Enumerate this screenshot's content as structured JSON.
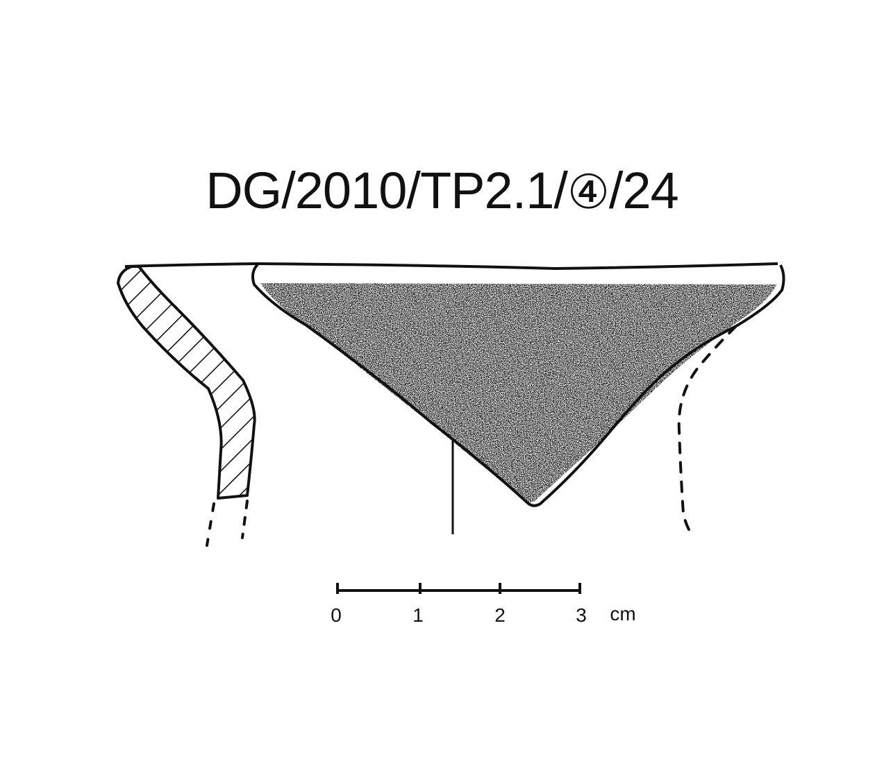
{
  "title": {
    "prefix": "DG/2010/TP2.1/",
    "circled": "④",
    "suffix": "/24"
  },
  "scale_bar": {
    "ticks": [
      "0",
      "1",
      "2",
      "3"
    ],
    "unit": "cm"
  },
  "colors": {
    "ink": "#111111",
    "paper": "#ffffff"
  }
}
